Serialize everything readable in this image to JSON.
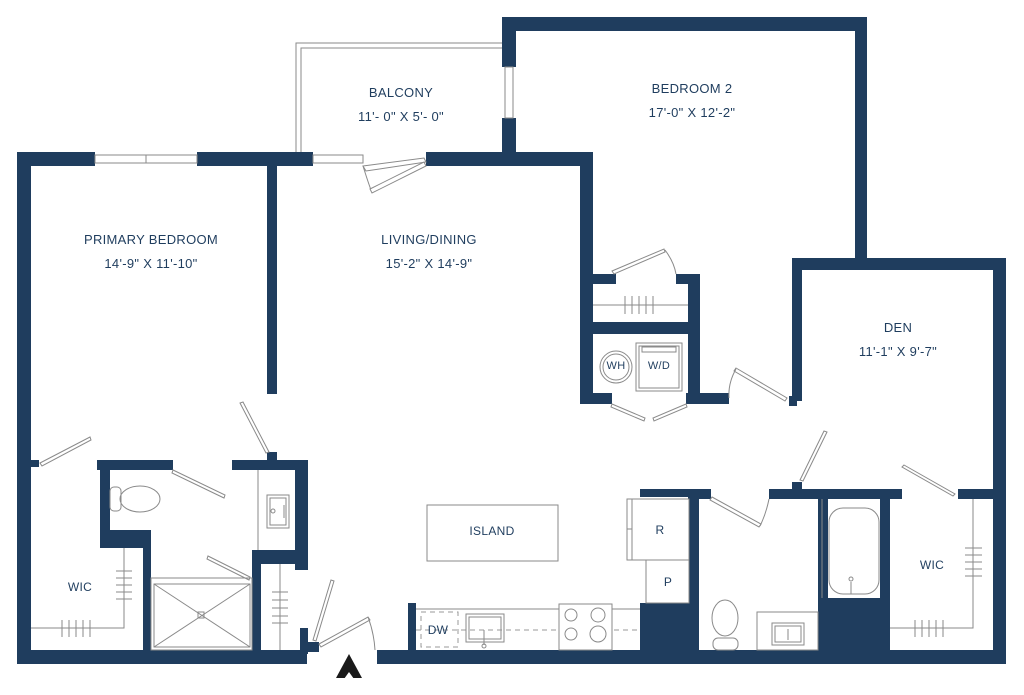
{
  "plan": {
    "wall_color": "#1f3d5e",
    "rooms": {
      "balcony": {
        "name": "BALCONY",
        "dims": "11'- 0\" X 5'- 0\""
      },
      "bedroom2": {
        "name": "BEDROOM 2",
        "dims": "17'-0\" X 12'-2\""
      },
      "primary_bedroom": {
        "name": "PRIMARY BEDROOM",
        "dims": "14'-9\" X 11'-10\""
      },
      "living_dining": {
        "name": "LIVING/DINING",
        "dims": "15'-2\" X 14'-9\""
      },
      "den": {
        "name": "DEN",
        "dims": "11'-1\" X 9'-7\""
      },
      "wic_left": {
        "name": "WIC"
      },
      "wic_right": {
        "name": "WIC"
      }
    },
    "fixtures": {
      "island": "ISLAND",
      "refrigerator": "R",
      "pantry": "P",
      "dishwasher": "DW",
      "water_heater": "WH",
      "washer_dryer": "W/D"
    },
    "compass": "north-arrow"
  }
}
